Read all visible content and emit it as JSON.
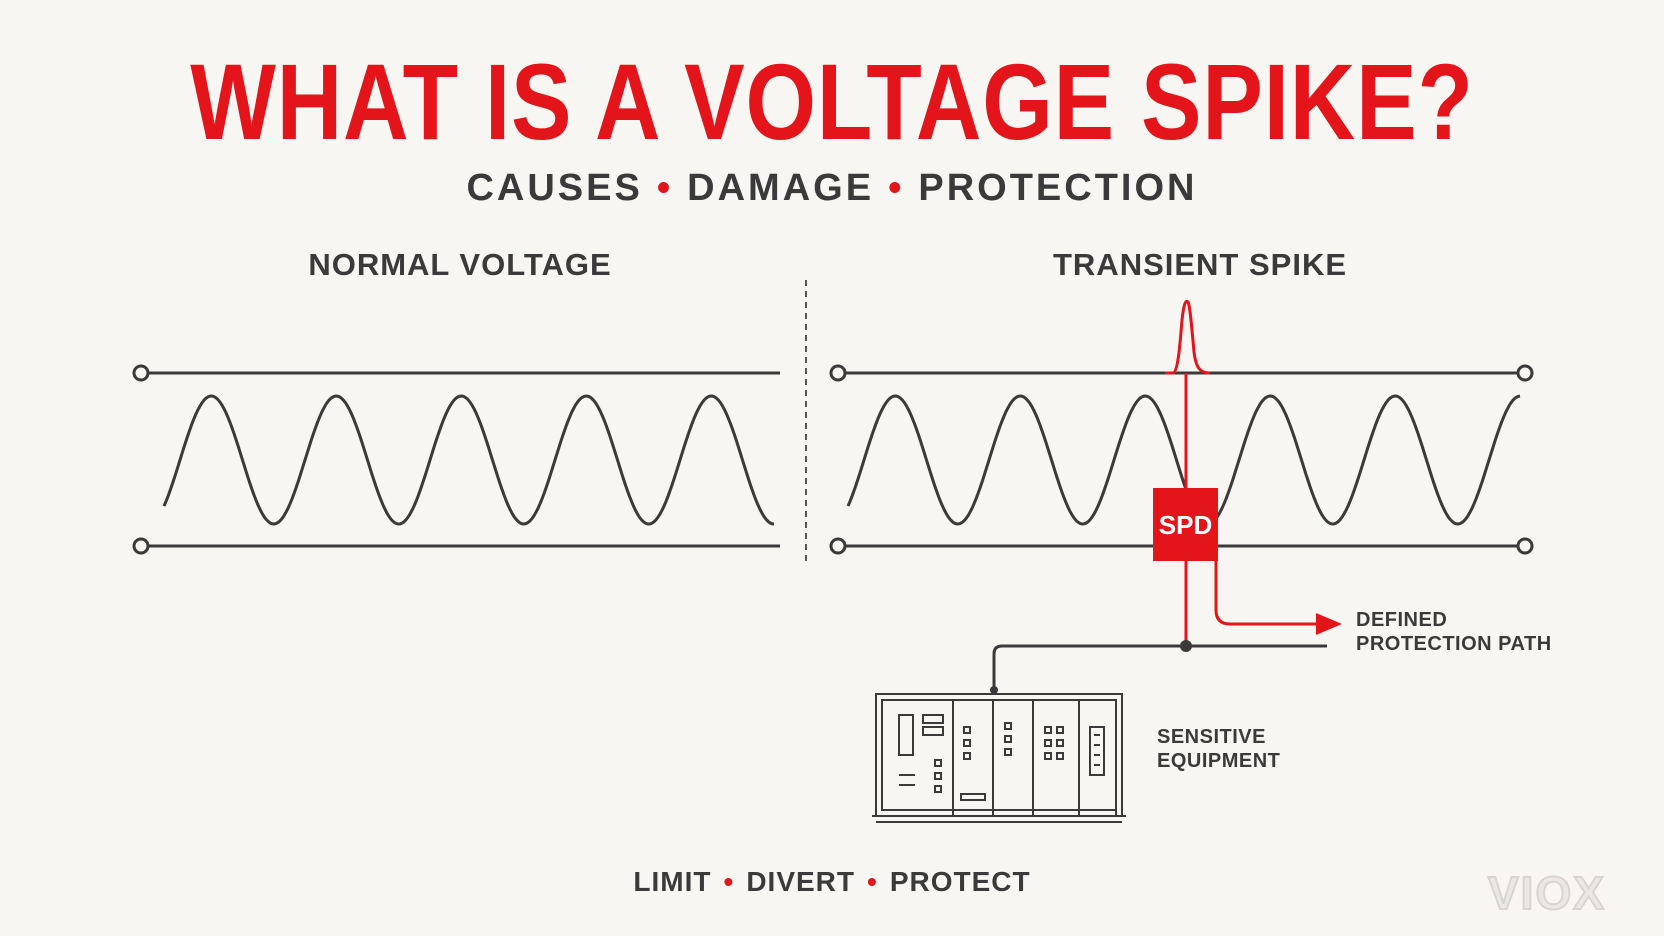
{
  "title": "WHAT IS A VOLTAGE SPIKE?",
  "subtitle": {
    "items": [
      "CAUSES",
      "DAMAGE",
      "PROTECTION"
    ],
    "separator": "•"
  },
  "panels": {
    "left": {
      "label": "NORMAL VOLTAGE"
    },
    "right": {
      "label": "TRANSIENT SPIKE"
    }
  },
  "spd": {
    "label": "SPD"
  },
  "annotations": {
    "protection_path": [
      "DEFINED",
      "PROTECTION PATH"
    ],
    "equipment": [
      "SENSITIVE",
      "EQUIPMENT"
    ]
  },
  "tagline": {
    "items": [
      "LIMIT",
      "DIVERT",
      "PROTECT"
    ],
    "separator": "•"
  },
  "logo": {
    "text": "VIOX"
  },
  "colors": {
    "accent": "#e3151b",
    "ink": "#3a3a3a",
    "background": "#f8f6f2"
  },
  "icons": [
    "wire-terminal-icon",
    "arrow-right-icon",
    "equipment-rack-icon"
  ]
}
